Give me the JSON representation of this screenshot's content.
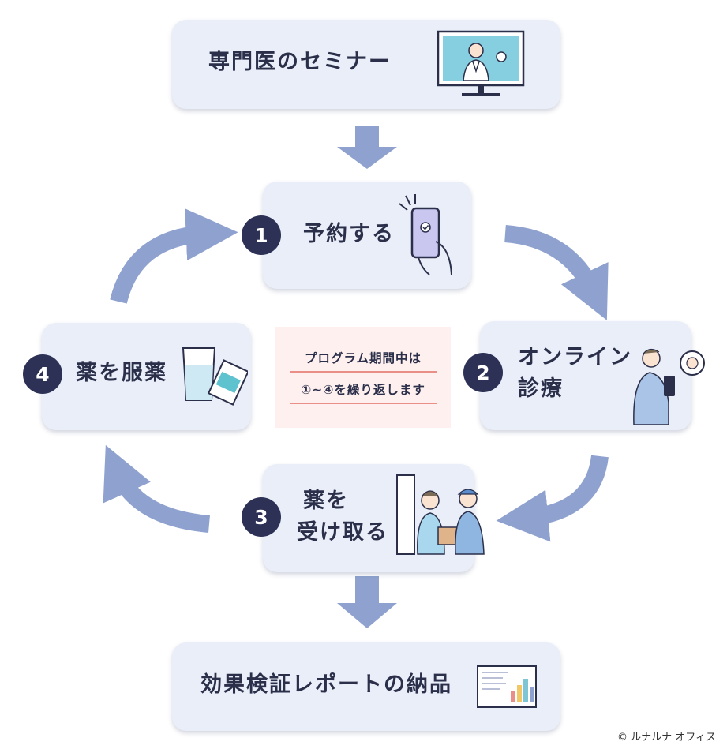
{
  "seminar": {
    "label": "専門医のセミナー"
  },
  "steps": [
    {
      "number": "1",
      "label": "予約する"
    },
    {
      "number": "2",
      "label_line1": "オンライン",
      "label_line2": "診療"
    },
    {
      "number": "3",
      "label_line1": "薬を",
      "label_line2": "受け取る"
    },
    {
      "number": "4",
      "label": "薬を服薬"
    }
  ],
  "center_note": {
    "line1": "プログラム期間中は",
    "line2": "①~④を繰り返します"
  },
  "report": {
    "label": "効果検証レポートの納品"
  },
  "copyright": "© ルナルナ オフィス",
  "colors": {
    "box": "#e9eef8",
    "arrow": "#8fa2cf",
    "badge": "#2d3156",
    "note_bg": "#fdf0ee",
    "note_line": "#e98f88"
  }
}
